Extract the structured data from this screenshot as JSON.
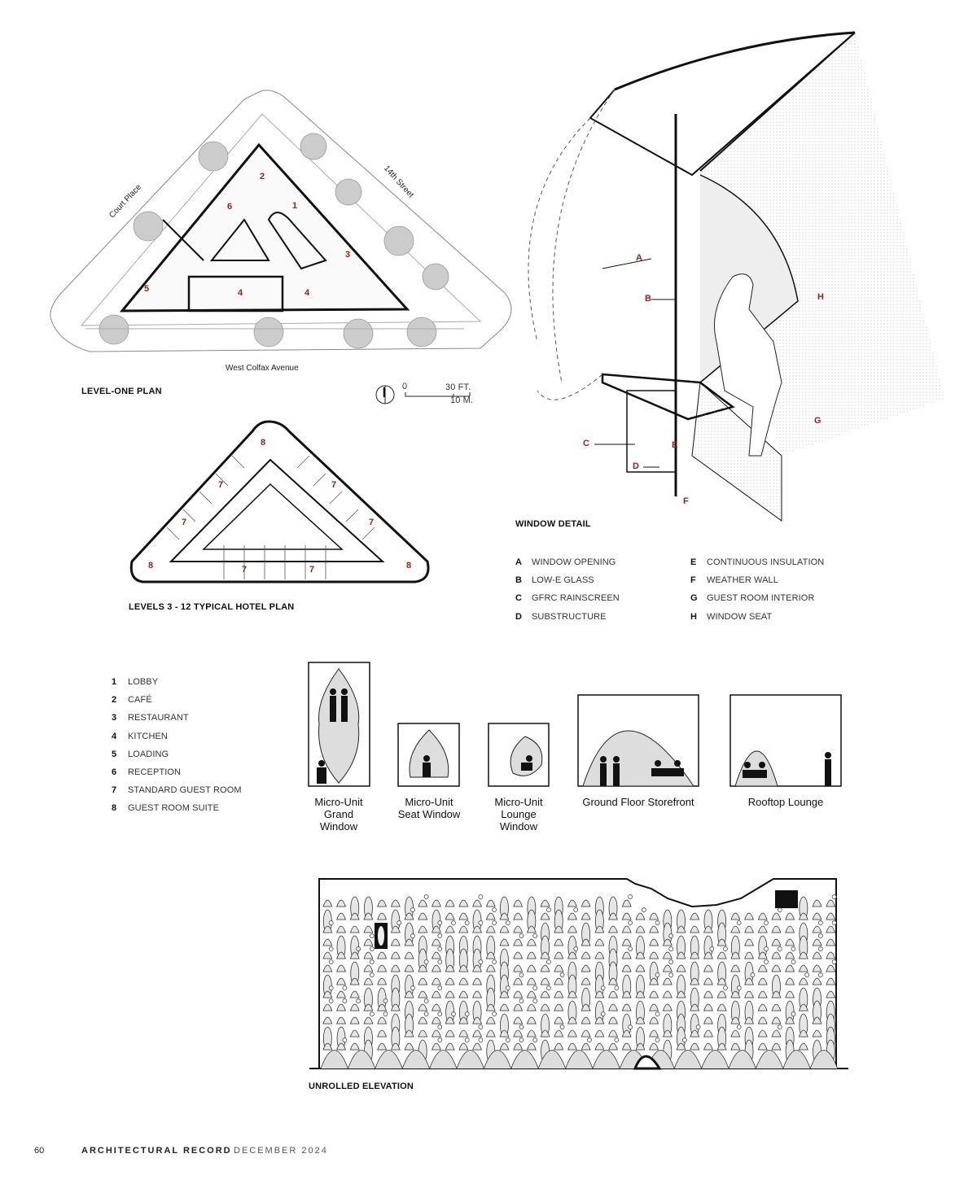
{
  "level_one_plan": {
    "caption": "LEVEL-ONE PLAN",
    "streets": [
      "Court Place",
      "14th Street",
      "West Colfax Avenue"
    ],
    "room_numbers": [
      "2",
      "6",
      "1",
      "3",
      "5",
      "4",
      "4"
    ],
    "scale": {
      "zero": "0",
      "feet": "30 FT.",
      "meters": "10 M."
    }
  },
  "hotel_plan": {
    "caption": "LEVELS 3 - 12 TYPICAL HOTEL PLAN",
    "room_numbers": [
      "8",
      "7",
      "7",
      "7",
      "7",
      "8",
      "7",
      "7",
      "8"
    ]
  },
  "window_detail": {
    "caption": "WINDOW DETAIL",
    "callouts": [
      "A",
      "B",
      "H",
      "G",
      "C",
      "E",
      "D",
      "F"
    ],
    "legend": [
      {
        "key": "A",
        "label": "WINDOW OPENING"
      },
      {
        "key": "B",
        "label": "LOW-E GLASS"
      },
      {
        "key": "C",
        "label": "GFRC RAINSCREEN"
      },
      {
        "key": "D",
        "label": "SUBSTRUCTURE"
      },
      {
        "key": "E",
        "label": "CONTINUOUS INSULATION"
      },
      {
        "key": "F",
        "label": "WEATHER WALL"
      },
      {
        "key": "G",
        "label": "GUEST ROOM INTERIOR"
      },
      {
        "key": "H",
        "label": "WINDOW SEAT"
      }
    ]
  },
  "room_legend": [
    {
      "key": "1",
      "label": "LOBBY"
    },
    {
      "key": "2",
      "label": "CAFÉ"
    },
    {
      "key": "3",
      "label": "RESTAURANT"
    },
    {
      "key": "4",
      "label": "KITCHEN"
    },
    {
      "key": "5",
      "label": "LOADING"
    },
    {
      "key": "6",
      "label": "RECEPTION"
    },
    {
      "key": "7",
      "label": "STANDARD GUEST ROOM"
    },
    {
      "key": "8",
      "label": "GUEST ROOM SUITE"
    }
  ],
  "window_types": [
    {
      "label": "Micro-Unit\nGrand\nWindow"
    },
    {
      "label": "Micro-Unit\nSeat Window"
    },
    {
      "label": "Micro-Unit\nLounge\nWindow"
    },
    {
      "label": "Ground Floor Storefront"
    },
    {
      "label": "Rooftop Lounge"
    }
  ],
  "elevation": {
    "caption": "UNROLLED ELEVATION"
  },
  "footer": {
    "page": "60",
    "publication": "ARCHITECTURAL RECORD",
    "issue": "DECEMBER 2024"
  }
}
